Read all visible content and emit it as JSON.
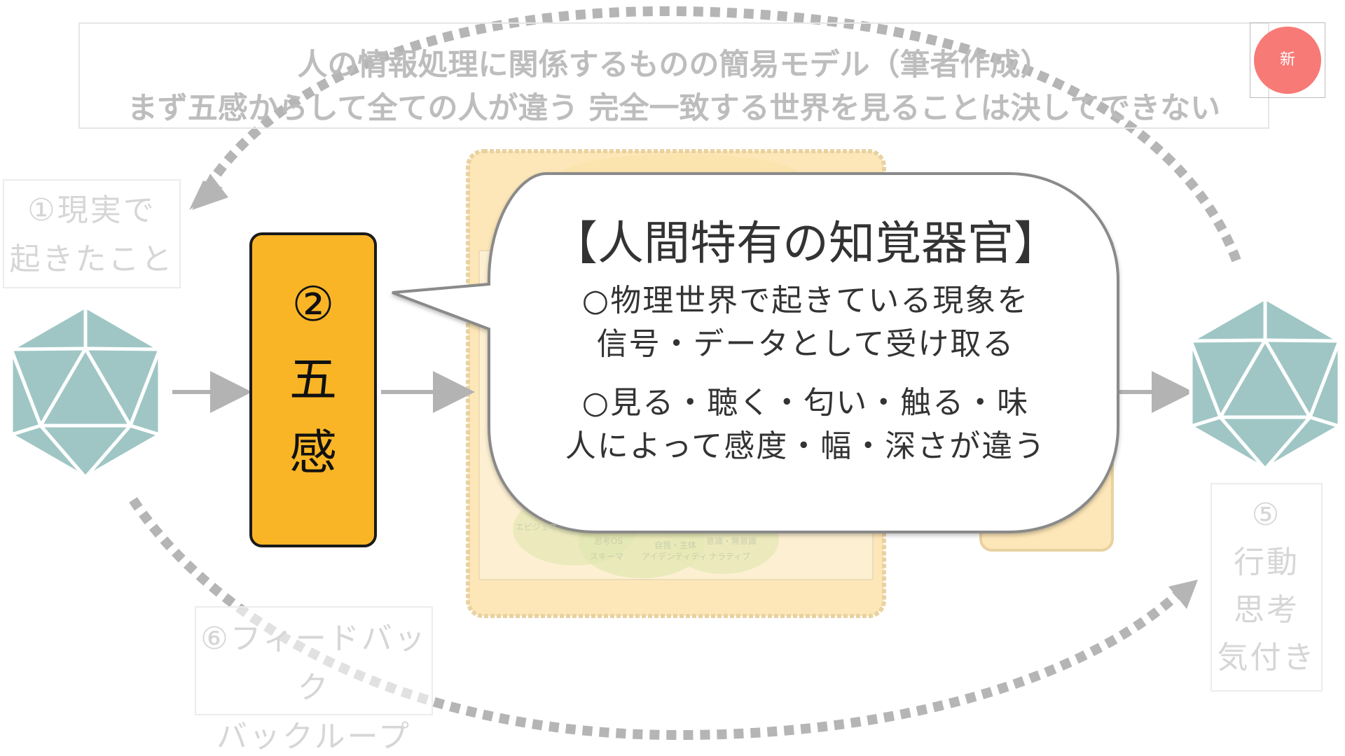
{
  "title": {
    "line1": "人の情報処理に関係するものの簡易モデル（筆者作成）",
    "line2": "まず五感からして全ての人が違う 完全一致する世界を見ることは決してできない"
  },
  "badge": {
    "label": "新"
  },
  "steps": {
    "step1": {
      "line1": "①現実で",
      "line2": "起きたこと"
    },
    "step2": {
      "num": "②",
      "line1": "五",
      "line2": "感"
    },
    "step5": {
      "num": "⑤",
      "line1": "行動",
      "line2": "思考",
      "line3": "気付き"
    },
    "step6": {
      "line1": "⑥フィードバック",
      "line2": "バックループ"
    }
  },
  "bubble": {
    "heading": "【人間特有の知覚器官】",
    "line1": "○物理世界で起きている現象を",
    "line2": "信号・データとして受け取る",
    "line3": "○見る・聴く・匂い・触る・味",
    "line4": "人によって感度・幅・深さが違う"
  },
  "background_card_labels": {
    "label1": "エピジェネ",
    "label2": "思考OS",
    "label3": "スキーマ",
    "label4": "自我・主体",
    "label5": "アイデンティティ",
    "label6": "意識・無意識",
    "label7": "ナラティブ"
  },
  "colors": {
    "polyhedron": "#9fc6c4",
    "senses_fill": "#f9b526",
    "card_fill": "#fde7b8",
    "badge": "#f77a76",
    "arrow": "#b3b3b3",
    "dotted": "#b5b5b5"
  },
  "icons": {
    "left_shape": "icosahedron-icon",
    "right_shape": "icosahedron-icon"
  }
}
